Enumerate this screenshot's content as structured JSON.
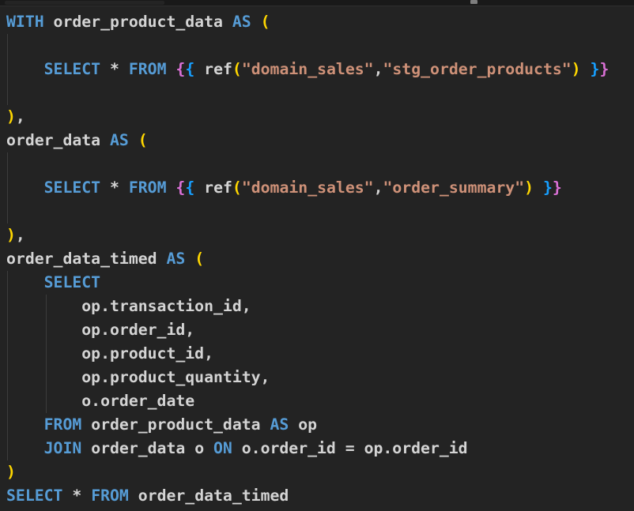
{
  "editor": {
    "language_hint": "sql-jinja-dbt",
    "theme": {
      "background": "#232323",
      "top_strip": "#191919",
      "indent_guide": "#3c3c3c",
      "colors": {
        "kw": "#569CD6",
        "id": "#D4D4D4",
        "pun": "#D4D4D4",
        "fn": "#D4D4D4",
        "str": "#CE9178",
        "b1": "#FFD700",
        "b2": "#DA70D6",
        "b3": "#179FFF"
      }
    },
    "lines": [
      {
        "segments": [
          {
            "t": "WITH ",
            "c": "kw"
          },
          {
            "t": "order_product_data ",
            "c": "id"
          },
          {
            "t": "AS ",
            "c": "kw"
          },
          {
            "t": "(",
            "c": "b1"
          }
        ]
      },
      {
        "segments": []
      },
      {
        "segments": [
          {
            "t": "    ",
            "c": "pun"
          },
          {
            "t": "SELECT",
            "c": "kw"
          },
          {
            "t": " * ",
            "c": "pun"
          },
          {
            "t": "FROM",
            "c": "kw"
          },
          {
            "t": " ",
            "c": "pun"
          },
          {
            "t": "{",
            "c": "b2"
          },
          {
            "t": "{",
            "c": "b3"
          },
          {
            "t": " ",
            "c": "pun"
          },
          {
            "t": "ref",
            "c": "fn"
          },
          {
            "t": "(",
            "c": "b1"
          },
          {
            "t": "\"domain_sales\"",
            "c": "str"
          },
          {
            "t": ",",
            "c": "pun"
          },
          {
            "t": "\"stg_order_products\"",
            "c": "str"
          },
          {
            "t": ")",
            "c": "b1"
          },
          {
            "t": " ",
            "c": "pun"
          },
          {
            "t": "}",
            "c": "b3"
          },
          {
            "t": "}",
            "c": "b2"
          }
        ]
      },
      {
        "segments": []
      },
      {
        "segments": [
          {
            "t": ")",
            "c": "b1"
          },
          {
            "t": ",",
            "c": "pun"
          }
        ]
      },
      {
        "segments": [
          {
            "t": "order_data ",
            "c": "id"
          },
          {
            "t": "AS ",
            "c": "kw"
          },
          {
            "t": "(",
            "c": "b1"
          }
        ]
      },
      {
        "segments": []
      },
      {
        "segments": [
          {
            "t": "    ",
            "c": "pun"
          },
          {
            "t": "SELECT",
            "c": "kw"
          },
          {
            "t": " * ",
            "c": "pun"
          },
          {
            "t": "FROM",
            "c": "kw"
          },
          {
            "t": " ",
            "c": "pun"
          },
          {
            "t": "{",
            "c": "b2"
          },
          {
            "t": "{",
            "c": "b3"
          },
          {
            "t": " ",
            "c": "pun"
          },
          {
            "t": "ref",
            "c": "fn"
          },
          {
            "t": "(",
            "c": "b1"
          },
          {
            "t": "\"domain_sales\"",
            "c": "str"
          },
          {
            "t": ",",
            "c": "pun"
          },
          {
            "t": "\"order_summary\"",
            "c": "str"
          },
          {
            "t": ")",
            "c": "b1"
          },
          {
            "t": " ",
            "c": "pun"
          },
          {
            "t": "}",
            "c": "b3"
          },
          {
            "t": "}",
            "c": "b2"
          }
        ]
      },
      {
        "segments": []
      },
      {
        "segments": [
          {
            "t": ")",
            "c": "b1"
          },
          {
            "t": ",",
            "c": "pun"
          }
        ]
      },
      {
        "segments": [
          {
            "t": "order_data_timed ",
            "c": "id"
          },
          {
            "t": "AS ",
            "c": "kw"
          },
          {
            "t": "(",
            "c": "b1"
          }
        ]
      },
      {
        "segments": [
          {
            "t": "    ",
            "c": "pun"
          },
          {
            "t": "SELECT",
            "c": "kw"
          }
        ]
      },
      {
        "segments": [
          {
            "t": "        op.transaction_id,",
            "c": "id"
          }
        ]
      },
      {
        "segments": [
          {
            "t": "        op.order_id,",
            "c": "id"
          }
        ]
      },
      {
        "segments": [
          {
            "t": "        op.product_id,",
            "c": "id"
          }
        ]
      },
      {
        "segments": [
          {
            "t": "        op.product_quantity,",
            "c": "id"
          }
        ]
      },
      {
        "segments": [
          {
            "t": "        o.order_date",
            "c": "id"
          }
        ]
      },
      {
        "segments": [
          {
            "t": "    ",
            "c": "pun"
          },
          {
            "t": "FROM",
            "c": "kw"
          },
          {
            "t": " order_product_data ",
            "c": "id"
          },
          {
            "t": "AS",
            "c": "kw"
          },
          {
            "t": " op",
            "c": "id"
          }
        ]
      },
      {
        "segments": [
          {
            "t": "    ",
            "c": "pun"
          },
          {
            "t": "JOIN",
            "c": "kw"
          },
          {
            "t": " order_data o ",
            "c": "id"
          },
          {
            "t": "ON",
            "c": "kw"
          },
          {
            "t": " o.order_id = op.order_id",
            "c": "id"
          }
        ]
      },
      {
        "segments": [
          {
            "t": ")",
            "c": "b1"
          }
        ]
      },
      {
        "segments": [
          {
            "t": "SELECT",
            "c": "kw"
          },
          {
            "t": " * ",
            "c": "pun"
          },
          {
            "t": "FROM",
            "c": "kw"
          },
          {
            "t": " order_data_timed",
            "c": "id"
          }
        ]
      }
    ]
  }
}
